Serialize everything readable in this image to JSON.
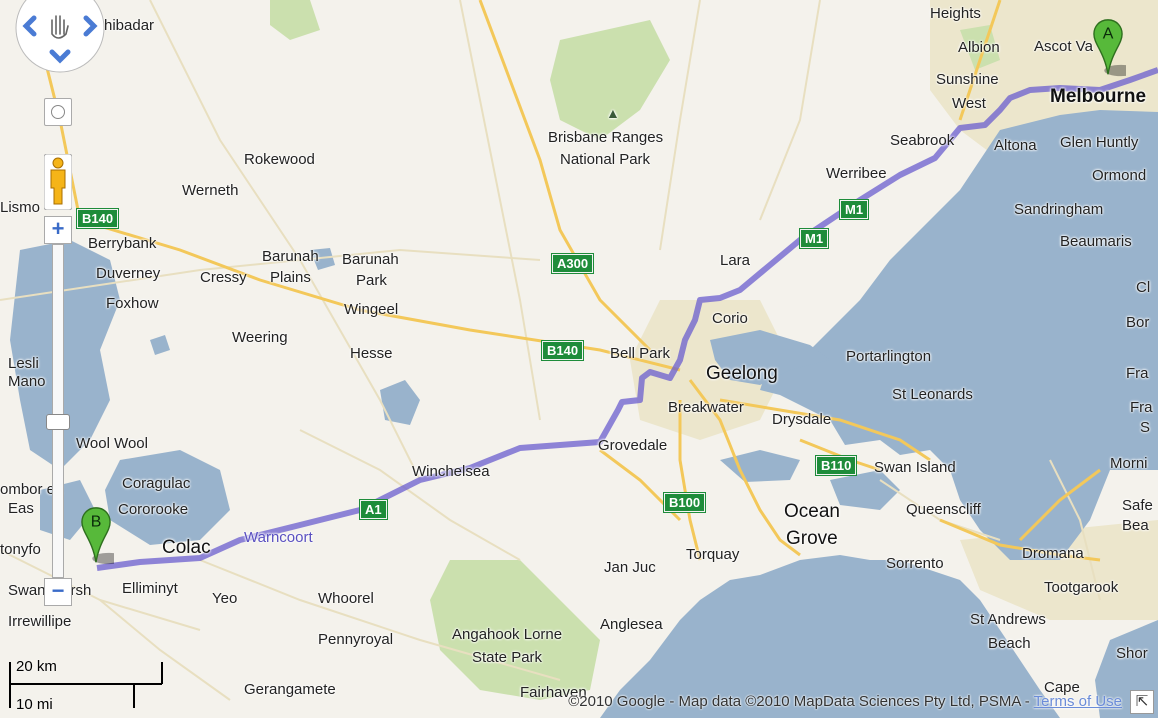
{
  "places": {
    "heights": "Heights",
    "albion": "Albion",
    "ascot_vale": "Ascot Va",
    "sunshine_west_1": "Sunshine",
    "sunshine_west_2": "West",
    "melbourne": "Melbourne",
    "seabrook": "Seabrook",
    "altona": "Altona",
    "glen_huntly": "Glen Huntly",
    "ormond": "Ormond",
    "sandringham": "Sandringham",
    "beaumaris": "Beaumaris",
    "werribee": "Werribee",
    "lara": "Lara",
    "corio": "Corio",
    "bell_park": "Bell Park",
    "geelong": "Geelong",
    "breakwater": "Breakwater",
    "drysdale": "Drysdale",
    "portarlington": "Portarlington",
    "st_leonards": "St Leonards",
    "swan_island": "Swan Island",
    "queenscliff": "Queenscliff",
    "ocean_grove_1": "Ocean",
    "ocean_grove_2": "Grove",
    "sorrento": "Sorrento",
    "dromana": "Dromana",
    "tootgarook": "Tootgarook",
    "st_andrews_beach_1": "St Andrews",
    "st_andrews_beach_2": "Beach",
    "cape_schanck": "Cape",
    "grovedale": "Grovedale",
    "torquay": "Torquay",
    "jan_juc": "Jan Juc",
    "anglesea": "Anglesea",
    "angahook_1": "Angahook Lorne",
    "angahook_2": "State Park",
    "fairhaven": "Fairhaven",
    "winchelsea": "Winchelsea",
    "brisbane_ranges_1": "Brisbane Ranges",
    "brisbane_ranges_2": "National Park",
    "rokewood": "Rokewood",
    "werneth": "Werneth",
    "berrybank": "Berrybank",
    "duverney": "Duverney",
    "cressy": "Cressy",
    "barunah_plains_1": "Barunah",
    "barunah_plains_2": "Plains",
    "barunah_park_1": "Barunah",
    "barunah_park_2": "Park",
    "wingeel": "Wingeel",
    "foxhow": "Foxhow",
    "weering": "Weering",
    "hesse": "Hesse",
    "wool_wool": "Wool Wool",
    "coragulac": "Coragulac",
    "cororooke": "Cororooke",
    "colac": "Colac",
    "warncoort": "Warncoort",
    "elliminyt": "Elliminyt",
    "yeo": "Yeo",
    "whoorel": "Whoorel",
    "pennyroyal": "Pennyroyal",
    "gerangamete": "Gerangamete",
    "irrewillipe": "Irrewillipe",
    "swan_marsh": "Swan Marsh",
    "nhibadar": "hibadar",
    "lismore": "Lismo",
    "leslie_manor_1": "Lesli",
    "leslie_manor_2": "Mano",
    "pomborneit_1": "ombor eit",
    "pomborneit_2": "Eas",
    "tonyfo": "tonyfo",
    "cl": "Cl",
    "bor": "Bor",
    "fra1": "Fra",
    "fra2": "Fra",
    "s": "S",
    "morni": "Morni",
    "safe": "Safe",
    "bea": "Bea",
    "shor": "Shor"
  },
  "shields": {
    "b140_west": "B140",
    "b140_mid": "B140",
    "a300": "A300",
    "m1_1": "M1",
    "m1_2": "M1",
    "a1": "A1",
    "b110": "B110",
    "b100": "B100"
  },
  "markers": {
    "start": "A",
    "end": "B"
  },
  "scale": {
    "km": "20 km",
    "mi": "10 mi"
  },
  "attribution": {
    "text": "©2010 Google - Map data ©2010 MapData Sciences Pty Ltd, PSMA - ",
    "terms": "Terms of Use"
  },
  "controls": {
    "zoom_in": "+",
    "zoom_out": "−",
    "fullscreen": "⇱"
  },
  "colors": {
    "water": "#99b3cc",
    "land": "#f4f2ec",
    "park": "#c8deaa",
    "highway": "#f8d36a",
    "route": "#6b5ecf",
    "shield": "#1e8c3a",
    "urban": "#e8e2c8"
  }
}
